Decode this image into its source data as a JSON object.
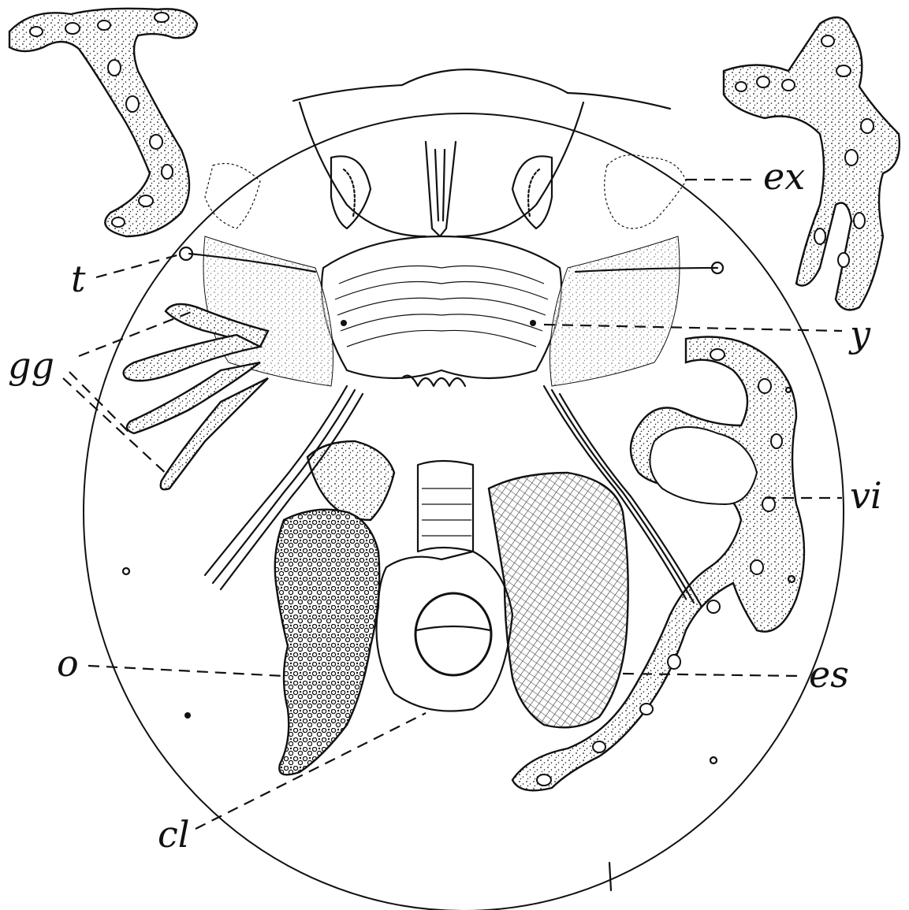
{
  "labels": {
    "ex": "ex",
    "t": "t",
    "gg": "gg",
    "y": "y",
    "vi": "vi",
    "o": "o",
    "es": "es",
    "cl": "cl"
  },
  "colors": {
    "ink": "#111111",
    "paper": "#ffffff"
  }
}
